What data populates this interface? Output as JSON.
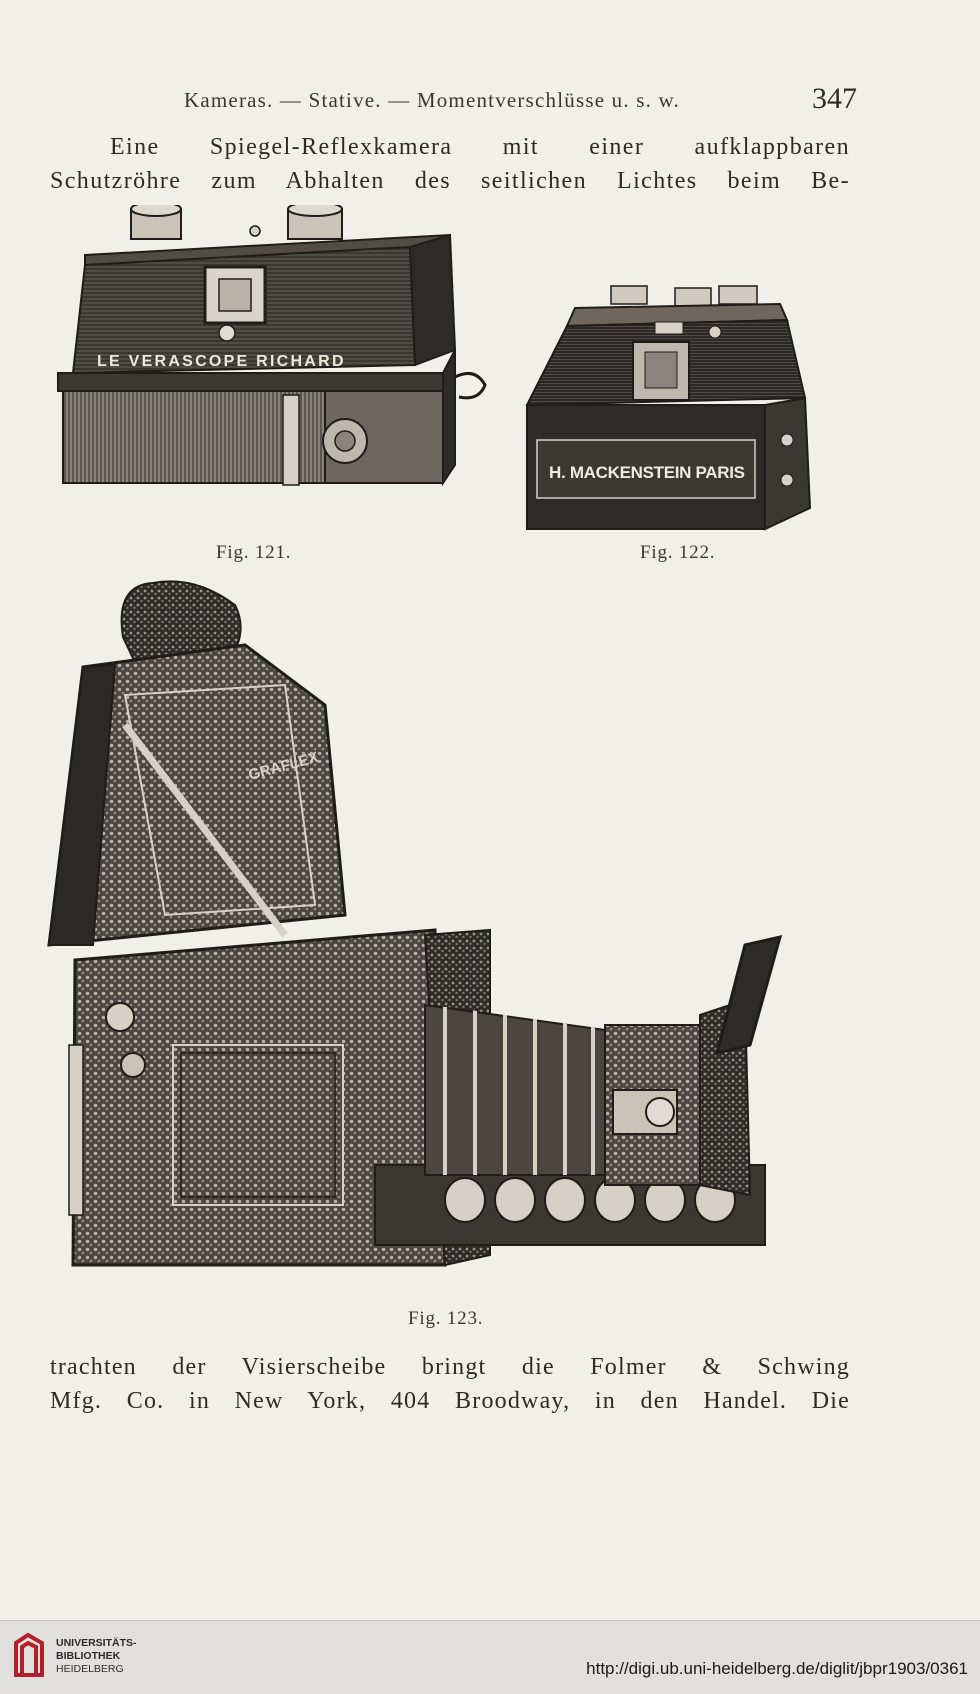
{
  "header": {
    "title": "Kameras. — Stative. — Momentverschlüsse u. s. w.",
    "page_number": "347"
  },
  "text_top": [
    "Eine Spiegel-Reflexkamera mit einer aufklappbaren",
    "Schutzröhre zum Abhalten des seitlichen Lichtes beim Be-"
  ],
  "figures": {
    "fig121": {
      "caption": "Fig. 121.",
      "inscription": "LE VERASCOPE RICHARD"
    },
    "fig122": {
      "caption": "Fig. 122.",
      "inscription": "H. MACKENSTEIN PARIS"
    },
    "fig123": {
      "caption": "Fig. 123.",
      "inscription": "GRAFLEX"
    }
  },
  "text_bottom": [
    "trachten der Visierscheibe bringt die Folmer & Schwing",
    "Mfg. Co. in New York, 404 Broodway, in den Handel. Die"
  ],
  "footer": {
    "library_line1": "UNIVERSITÄTS-",
    "library_line2": "BIBLIOTHEK",
    "library_line3": "HEIDELBERG",
    "url": "http://digi.ub.uni-heidelberg.de/diglit/jbpr1903/0361",
    "logo_color": "#b0202a"
  }
}
